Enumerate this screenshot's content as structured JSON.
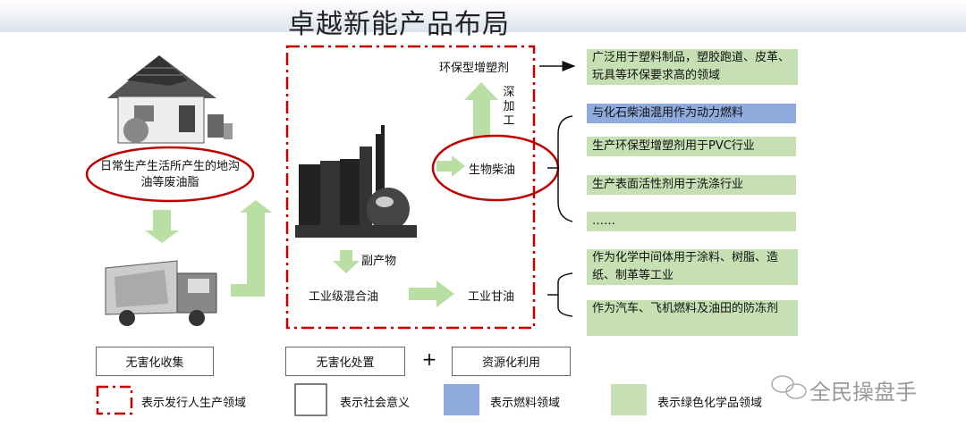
{
  "title": "卓越新能产品布局",
  "source_label": "日常生产生活所产生的地沟油等废油脂",
  "nodes": {
    "plasticizer": "环保型增塑剂",
    "deep_processing": "深加工",
    "biodiesel": "生物柴油",
    "byproduct": "副产物",
    "industrial_mixed_oil": "工业级混合油",
    "industrial_glycerin": "工业甘油"
  },
  "applications": {
    "plasticizer_use": "广泛用于塑料制品，塑胶跑道、皮革、玩具等环保要求高的领域",
    "biodiesel_uses": [
      "与化石柴油混用作为动力燃料",
      "生产环保型增塑剂用于PVC行业",
      "生产表面活性剂用于洗涤行业",
      "……"
    ],
    "glycerin_uses": [
      "作为化学中间体用于涂料、树脂、造纸、制革等工业",
      "作为汽车、飞机燃料及油田的防冻剂"
    ]
  },
  "stages": {
    "collection": "无害化收集",
    "disposal": "无害化处置",
    "plus": "+",
    "utilization": "资源化利用"
  },
  "legend": [
    {
      "label": "表示发行人生产领域",
      "kind": "red-dashdot-box",
      "color": "#c00000"
    },
    {
      "label": "表示社会意义",
      "kind": "outline-box",
      "color": "#666666"
    },
    {
      "label": "表示燃料领域",
      "kind": "fill-box",
      "color": "#8faadc"
    },
    {
      "label": "表示绿色化学品领域",
      "kind": "fill-box",
      "color": "#c6e0b4"
    }
  ],
  "watermark": "全民操盘手",
  "colors": {
    "green": "#c6e0b4",
    "blue": "#8faadc",
    "red": "#c00000",
    "arrow_green": "#b9dfa4"
  }
}
